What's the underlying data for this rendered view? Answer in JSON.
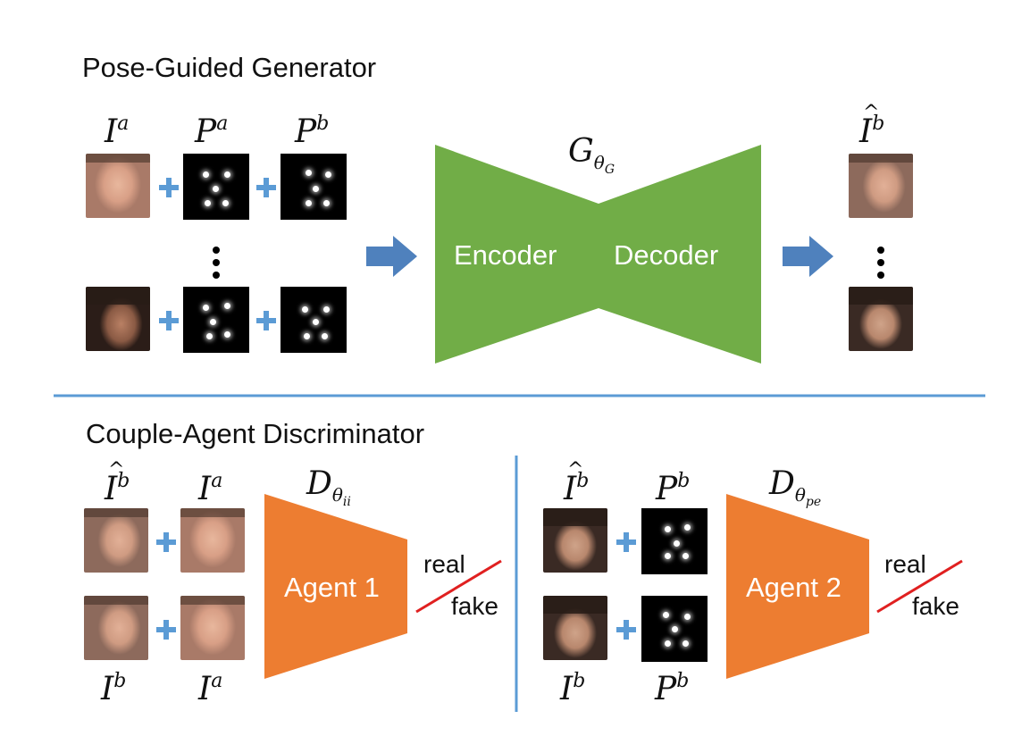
{
  "generator": {
    "title": "Pose-Guided Generator",
    "labels": {
      "ia": "I",
      "ia_sup": "a",
      "pa": "P",
      "pa_sup": "a",
      "pb": "P",
      "pb_sup": "b",
      "output": "I",
      "output_sup": "b"
    },
    "network": {
      "symbol": "G",
      "sub": "θ",
      "subsub": "G",
      "encoder": "Encoder",
      "decoder": "Decoder"
    }
  },
  "discriminator": {
    "title": "Couple-Agent Discriminator",
    "agent1": {
      "symbol": "D",
      "sub": "θ",
      "subsub": "ii",
      "label": "Agent 1",
      "top_left": "I",
      "top_left_sup": "b",
      "top_right": "I",
      "top_right_sup": "a",
      "bottom_left": "I",
      "bottom_left_sup": "b",
      "bottom_right": "I",
      "bottom_right_sup": "a",
      "real": "real",
      "fake": "fake"
    },
    "agent2": {
      "symbol": "D",
      "sub": "θ",
      "subsub": "pe",
      "label": "Agent 2",
      "top_left": "I",
      "top_left_sup": "b",
      "top_right": "P",
      "top_right_sup": "b",
      "bottom_left": "I",
      "bottom_left_sup": "b",
      "bottom_right": "P",
      "bottom_right_sup": "b",
      "real": "real",
      "fake": "fake"
    }
  },
  "colors": {
    "generator": "#71ad47",
    "agent": "#ed7d31",
    "arrow": "#4f81bd",
    "plus": "#5b9bd5",
    "divider": "#5b9bd5",
    "slash": "#e02020"
  }
}
